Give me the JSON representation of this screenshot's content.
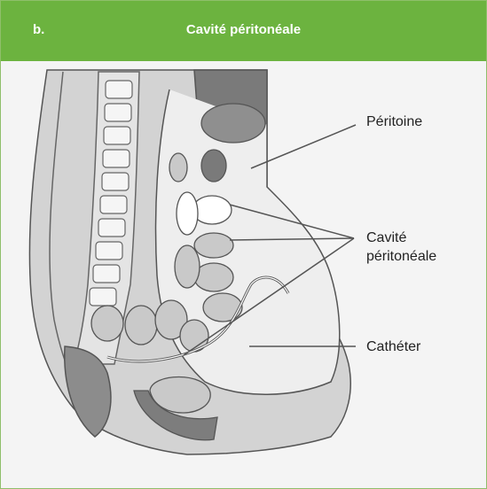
{
  "header": {
    "letter": "b.",
    "title": "Cavité péritonéale"
  },
  "labels": {
    "peritoine": "Péritoine",
    "cavite_line1": "Cavité",
    "cavite_line2": "péritonéale",
    "catheter": "Cathéter"
  },
  "colors": {
    "header_green": "#6cb33f",
    "frame_border": "#8fbf6a",
    "panel_bg": "#f4f4f4"
  }
}
